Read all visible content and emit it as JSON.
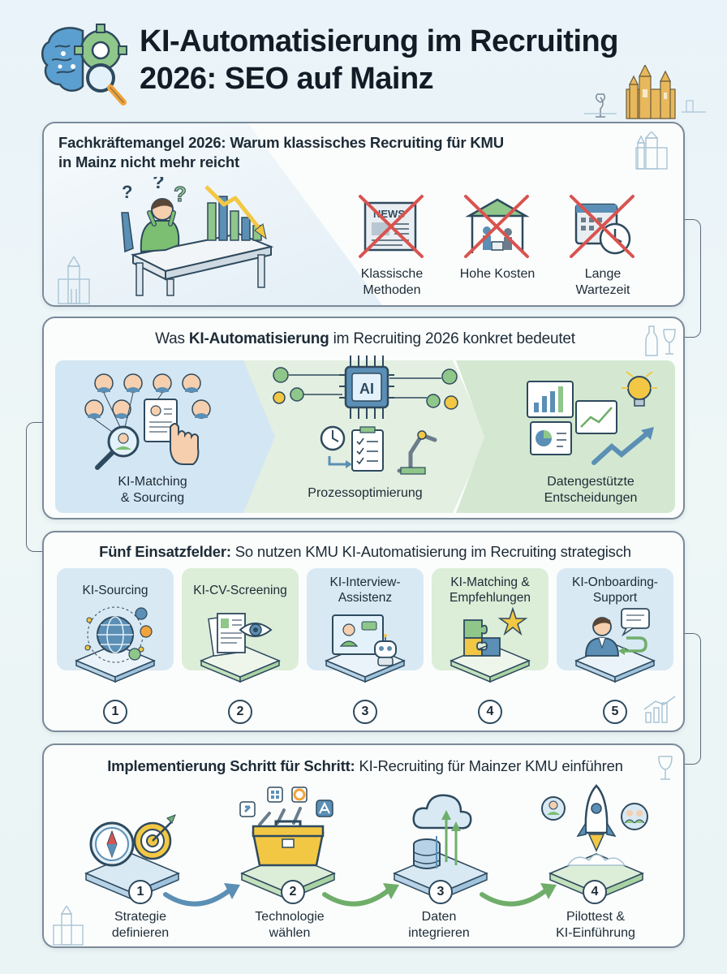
{
  "header": {
    "title_line1": "KI-Automatisierung im Recruiting",
    "title_line2": "2026: SEO auf Mainz"
  },
  "section1": {
    "title_line1": "Fachkräftemangel 2026: Warum klassisches Recruiting für KMU",
    "title_line2": "in Mainz nicht mehr reicht",
    "newspaper_text": "NEWS",
    "items": [
      {
        "line1": "Klassische",
        "line2": "Methoden"
      },
      {
        "line1": "Hohe Kosten",
        "line2": ""
      },
      {
        "line1": "Lange",
        "line2": "Wartezeit"
      }
    ]
  },
  "section2": {
    "title_pre": "Was ",
    "title_bold": "KI-Automatisierung",
    "title_post": " im Recruiting 2026 konkret bedeutet",
    "chip_text": "AI",
    "items": [
      {
        "line1": "KI-Matching",
        "line2": "& Sourcing"
      },
      {
        "line1": "Prozessoptimierung",
        "line2": ""
      },
      {
        "line1": "Datengestützte",
        "line2": "Entscheidungen"
      }
    ]
  },
  "section3": {
    "title_bold": "Fünf Einsatzfelder:",
    "title_post": " So nutzen KMU KI-Automatisierung im Recruiting strategisch",
    "cards": [
      {
        "line1": "KI-Sourcing",
        "line2": "",
        "num": "1"
      },
      {
        "line1": "KI-CV-Screening",
        "line2": "",
        "num": "2"
      },
      {
        "line1": "KI-Interview-",
        "line2": "Assistenz",
        "num": "3"
      },
      {
        "line1": "KI-Matching &",
        "line2": "Empfehlungen",
        "num": "4"
      },
      {
        "line1": "KI-Onboarding-",
        "line2": "Support",
        "num": "5"
      }
    ]
  },
  "section4": {
    "title_bold": "Implementierung Schritt für Schritt:",
    "title_post": " KI-Recruiting für Mainzer KMU einführen",
    "steps": [
      {
        "num": "1",
        "line1": "Strategie",
        "line2": "definieren"
      },
      {
        "num": "2",
        "line1": "Technologie",
        "line2": "wählen"
      },
      {
        "num": "3",
        "line1": "Daten",
        "line2": "integrieren"
      },
      {
        "num": "4",
        "line1": "Pilottest &",
        "line2": "KI-Einführung"
      }
    ]
  },
  "colors": {
    "blue_zone": "#d3e6f3",
    "green_zone": "#d7ebd6",
    "card_blue": "#d8e9f4",
    "card_green": "#dcedd8",
    "accent_blue": "#5b8fb5",
    "accent_green": "#6fae6a",
    "accent_yellow": "#f2c744",
    "border": "#7a8a99"
  }
}
